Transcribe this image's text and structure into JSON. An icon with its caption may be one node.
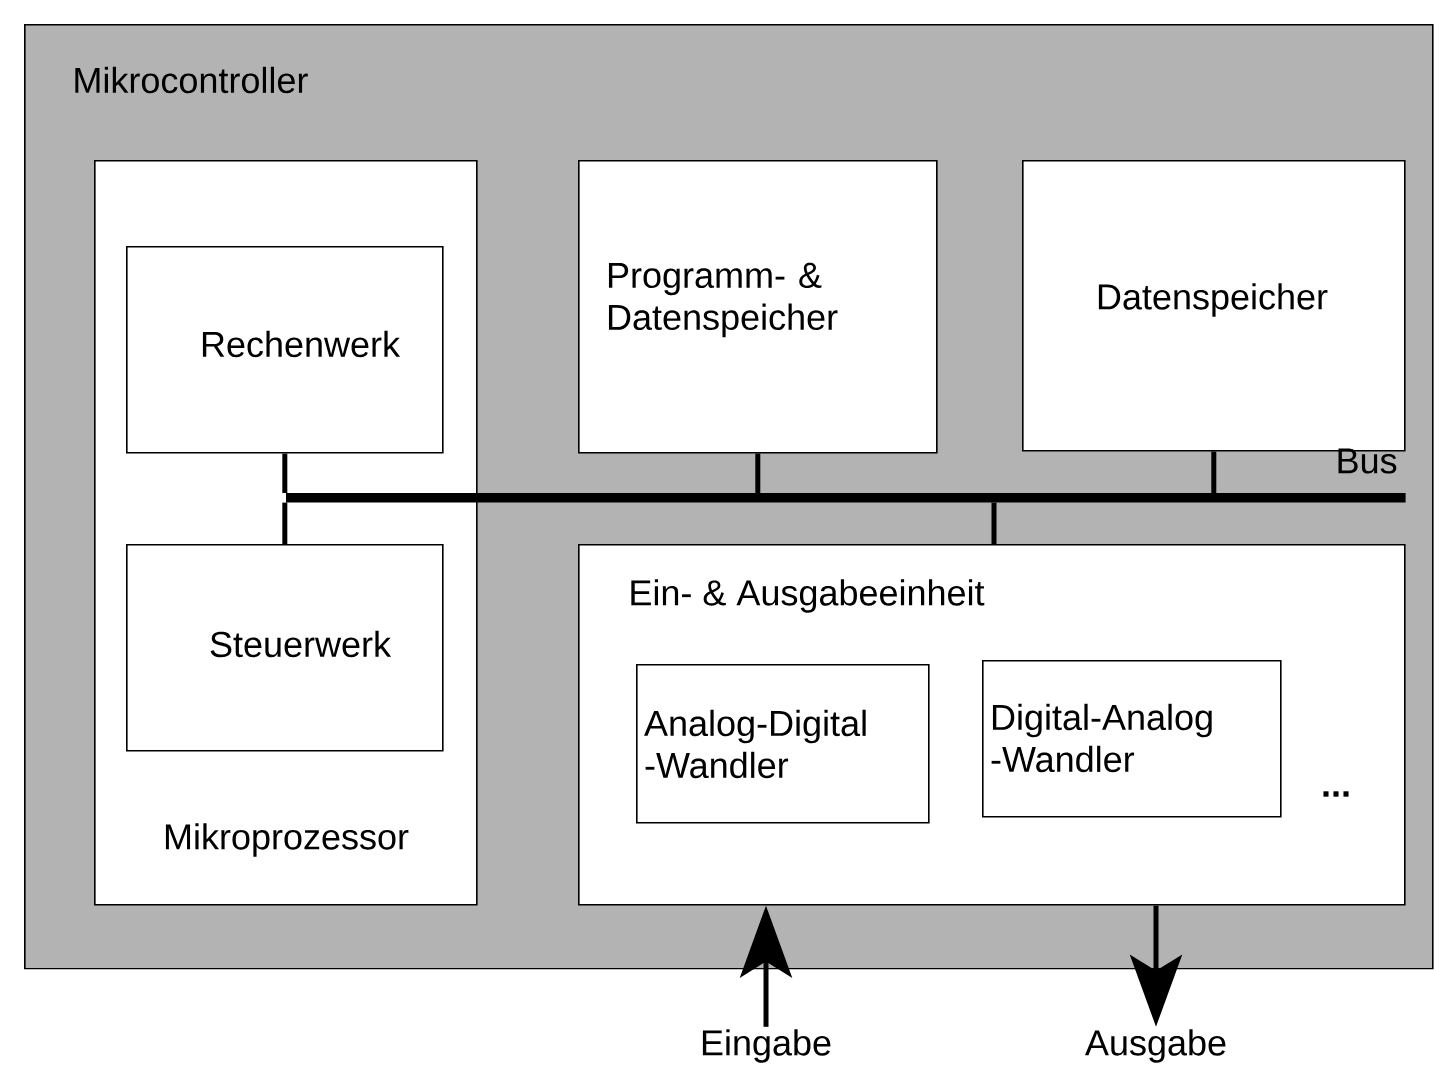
{
  "diagram": {
    "nodes": [
      {
        "text": [
          "Mikrocontroller"
        ]
      },
      {
        "text": [
          "Mikroprozessor"
        ],
        "in": 0
      },
      {
        "text": [
          "Rechenwerk"
        ],
        "in": 1
      },
      {
        "text": [
          "Steuerwerk"
        ],
        "in": 1
      },
      {
        "text": [
          "Programm- & Datenspeicher"
        ],
        "in": 0
      },
      {
        "text": [
          "Datenspeicher"
        ],
        "in": 0
      },
      {
        "text": [
          "Bus"
        ],
        "in": 0
      },
      {
        "text": [
          "Ein- & Ausgabeeinheit"
        ],
        "in": 0
      },
      {
        "text": [
          "Analog-Digital -Wandler"
        ],
        "in": 7
      },
      {
        "text": [
          "Digital-Analog -Wandler"
        ],
        "in": 7
      },
      {
        "text": [
          "Eingabe"
        ]
      },
      {
        "text": [
          "Ausgabe"
        ]
      }
    ],
    "edges": [
      {
        "from": 2,
        "to": 6,
        "arrow": "none"
      },
      {
        "from": 3,
        "to": 6,
        "arrow": "none"
      },
      {
        "from": 4,
        "to": 6,
        "arrow": "none"
      },
      {
        "from": 5,
        "to": 6,
        "arrow": "none"
      },
      {
        "from": 6,
        "to": 7,
        "arrow": "none"
      },
      {
        "from": 10,
        "to": 7,
        "arrow": "to"
      },
      {
        "from": 7,
        "to": 11,
        "arrow": "to"
      }
    ],
    "labels": [
      "..."
    ]
  }
}
